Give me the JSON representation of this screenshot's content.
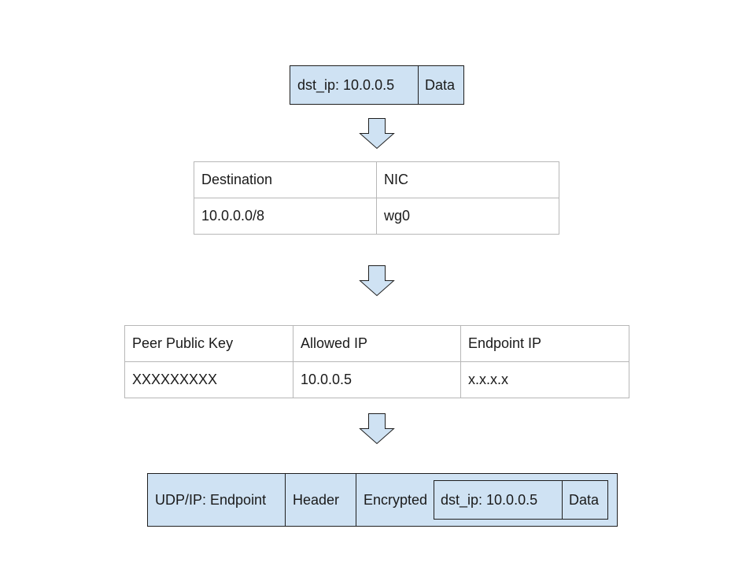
{
  "colors": {
    "packet_fill": "#cfe2f3",
    "border_dark": "#1f1f1f",
    "table_border": "#b7b7b7"
  },
  "icons": [
    "down-arrow-icon"
  ],
  "input_packet": {
    "dst_label": "dst_ip: 10.0.0.5",
    "data_label": "Data"
  },
  "routing_table": {
    "headers": [
      "Destination",
      "NIC"
    ],
    "rows": [
      [
        "10.0.0.0/8",
        "wg0"
      ]
    ]
  },
  "peer_table": {
    "headers": [
      "Peer Public Key",
      "Allowed IP",
      "Endpoint IP"
    ],
    "rows": [
      [
        "XXXXXXXXX",
        "10.0.0.5",
        "x.x.x.x"
      ]
    ]
  },
  "output_packet": {
    "udp_label": "UDP/IP: Endpoint",
    "header_label": "Header",
    "encrypted_label": "Encrypted",
    "inner_dst_label": "dst_ip: 10.0.0.5",
    "inner_data_label": "Data"
  }
}
